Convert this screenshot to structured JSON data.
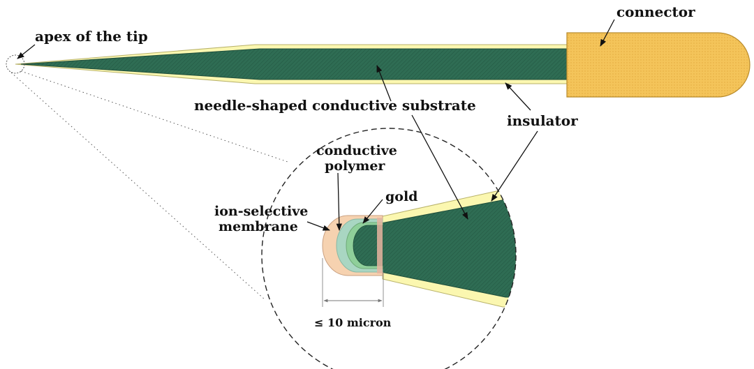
{
  "labels": {
    "apex": "apex of the tip",
    "connector": "connector",
    "substrate": "needle-shaped conductive substrate",
    "insulator": "insulator",
    "conductive_polymer_line1": "conductive",
    "conductive_polymer_line2": "polymer",
    "gold": "gold",
    "membrane_line1": "ion-selective",
    "membrane_line2": "membrane",
    "dimension": "≤ 10 micron"
  },
  "colors": {
    "substrate": "#2e6b52",
    "insulator": "#fbf7b0",
    "connector": "#f4c45a",
    "membrane": "#f6d2b0",
    "polymer": "#9fd2be",
    "gold": "#e8b4a0"
  }
}
